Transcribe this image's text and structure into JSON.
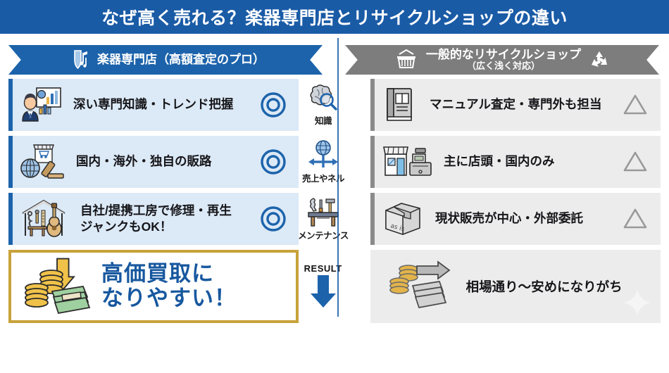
{
  "title": {
    "text": "なぜ高く売れる？楽器専門店とリサイクルショップの違い"
  },
  "columns": {
    "left": {
      "heading": "楽器専門店（高額査定のプロ）",
      "shield_icon": "shield-music-icon"
    },
    "right": {
      "heading": "一般的なリサイクルショップ",
      "subheading": "（広く浅く対応）",
      "basket_icon": "basket-icon",
      "recycle_icon": "recycle-icon"
    }
  },
  "rows": [
    {
      "center_label": "知識",
      "center_icon": "brain-magnifier-icon",
      "left": {
        "text": "深い専門知識・トレンド把握",
        "mark": "◎",
        "icon": "analyst-chart-icon"
      },
      "right": {
        "text": "マニュアル査定・専門外も担当",
        "mark": "△",
        "icon": "manual-book-icon"
      }
    },
    {
      "center_label": "売上やネル",
      "center_icon": "globe-arrows-icon",
      "left": {
        "text": "国内・海外・独自の販路",
        "mark": "◎",
        "icon": "globe-shop-gavel-icon"
      },
      "right": {
        "text": "主に店頭・国内のみ",
        "mark": "△",
        "icon": "storefront-register-icon"
      }
    },
    {
      "center_label": "メンテナンス",
      "center_icon": "workbench-tools-icon",
      "left": {
        "text": "自社/提携工房で修理・再生\nジャンクもOK！",
        "mark": "◎",
        "icon": "workshop-guitar-icon"
      },
      "right": {
        "text": "現状販売が中心・外部委託",
        "mark": "△",
        "icon": "as-is-box-icon"
      }
    }
  ],
  "result": {
    "center_label": "RESULT",
    "center_icon": "down-arrow-icon",
    "left": {
      "text": "高価買取に\nなりやすい！",
      "icon": "coins-up-money-icon"
    },
    "right": {
      "text": "相場通り〜安めになりがち",
      "icon": "coins-flat-money-icon",
      "sparkle_icon": "sparkle-icon"
    }
  },
  "colors": {
    "title_bar": "#1a5ba6",
    "left_accent": "#1c63ab",
    "left_card_bg": "#dce9f6",
    "right_accent": "#8a8a8a",
    "right_card_bg": "#ececec",
    "gold_border": "#c8a23a",
    "result_text": "#17589f"
  }
}
